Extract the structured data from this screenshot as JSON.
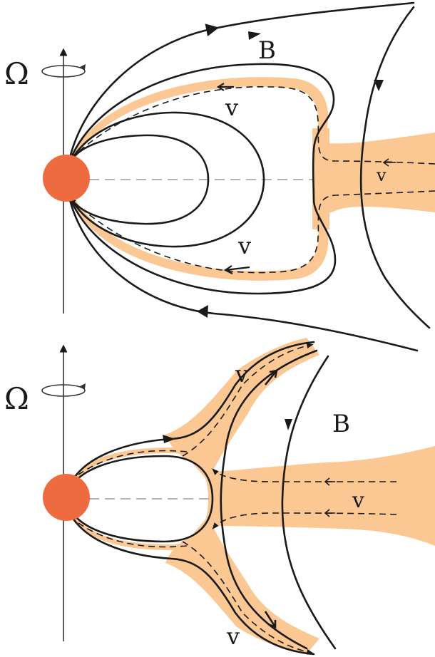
{
  "colors": {
    "star": "#ee6b3f",
    "plasma": "#fbc792",
    "line": "#1a1a1a",
    "equator": "#9a9a9a"
  },
  "panels": [
    {
      "rotation_symbol": "Ω",
      "field_label": "B",
      "velocity_labels": [
        "v",
        "v",
        "v"
      ]
    },
    {
      "rotation_symbol": "Ω",
      "field_label": "B",
      "velocity_labels": [
        "v",
        "v",
        "v"
      ]
    }
  ]
}
